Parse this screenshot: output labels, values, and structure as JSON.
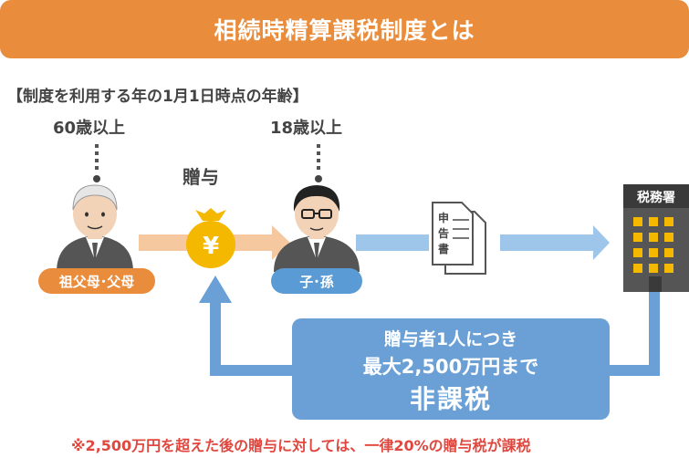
{
  "title": "相続時精算課税制度とは",
  "subtitle": "【制度を利用する年の1月1日時点の年齢】",
  "giver": {
    "age": "60歳以上",
    "label": "祖父母･父母"
  },
  "receiver": {
    "age": "18歳以上",
    "label": "子･孫"
  },
  "gift_label": "贈与",
  "money_symbol": "¥",
  "document_text": [
    "申",
    "告",
    "書"
  ],
  "tax_office_label": "税務署",
  "callout": {
    "line1": "贈与者1人につき",
    "line2": "最大2,500万円まで",
    "line3": "非課税"
  },
  "footnote": "※2,500万円を超えた後の贈与に対しては、一律20%の贈与税が課税",
  "colors": {
    "orange": "#e98c3c",
    "blue": "#5b9bd5",
    "light_blue": "#9ec5ea",
    "peach": "#f5c8a0",
    "red": "#e0473f",
    "gold": "#f5b800"
  }
}
